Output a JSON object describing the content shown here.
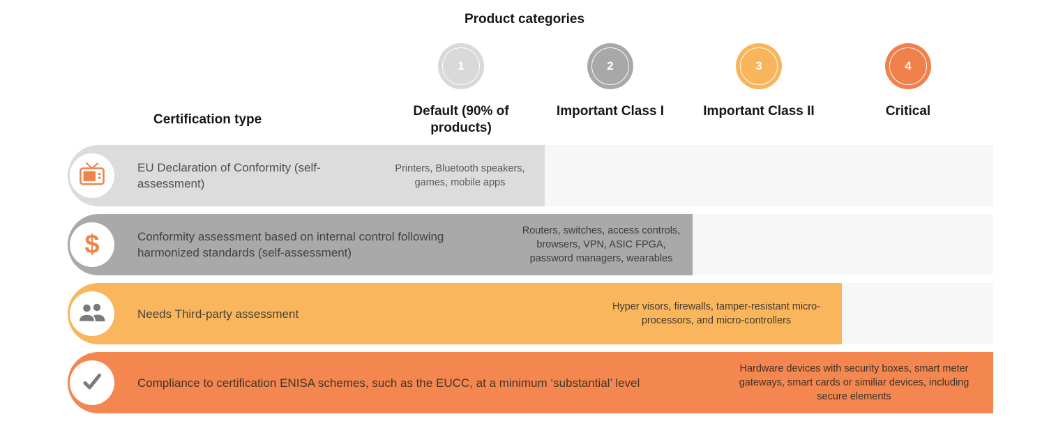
{
  "title": "Product categories",
  "header": {
    "certification_type_label": "Certification type",
    "categories": [
      {
        "number": "1",
        "label": "Default (90% of products)"
      },
      {
        "number": "2",
        "label": "Important Class I"
      },
      {
        "number": "3",
        "label": "Important Class II"
      },
      {
        "number": "4",
        "label": "Critical"
      }
    ]
  },
  "rows": [
    {
      "icon": "tv-icon",
      "certification": "EU Declaration of Conformity (self-assessment)",
      "products": "Printers, Bluetooth speakers, games, mobile apps"
    },
    {
      "icon": "dollar-icon",
      "certification": "Conformity assessment based on internal control following harmonized standards (self-assessment)",
      "products": "Routers, switches, access controls, browsers, VPN, ASIC FPGA, password managers, wearables"
    },
    {
      "icon": "people-icon",
      "certification": "Needs Third-party assessment",
      "products": "Hyper visors, firewalls, tamper-resistant micro-processors, and micro-controllers"
    },
    {
      "icon": "checkmark-icon",
      "certification": "Compliance to certification ENISA schemes, such as the EUCC, at a minimum ‘substantial’ level",
      "products": "Hardware devices with security boxes, smart meter gateways, smart cards or similiar devices, including secure elements"
    }
  ],
  "icons": {
    "dollar_glyph": "$"
  },
  "colors": {
    "category_1_circle": "#d9d9d9",
    "category_2_circle": "#a8a8a8",
    "category_3_circle": "#f8b55b",
    "category_4_circle": "#f0814c",
    "row_1_bar": "#dcdcdc",
    "row_2_bar": "#a9a9a9",
    "row_3_bar": "#f9b65d",
    "row_4_bar": "#f4864f",
    "row_track": "#f7f7f7",
    "icon_orange": "#ef8449",
    "icon_gray": "#7a7a7a",
    "heading_text": "#161616"
  }
}
